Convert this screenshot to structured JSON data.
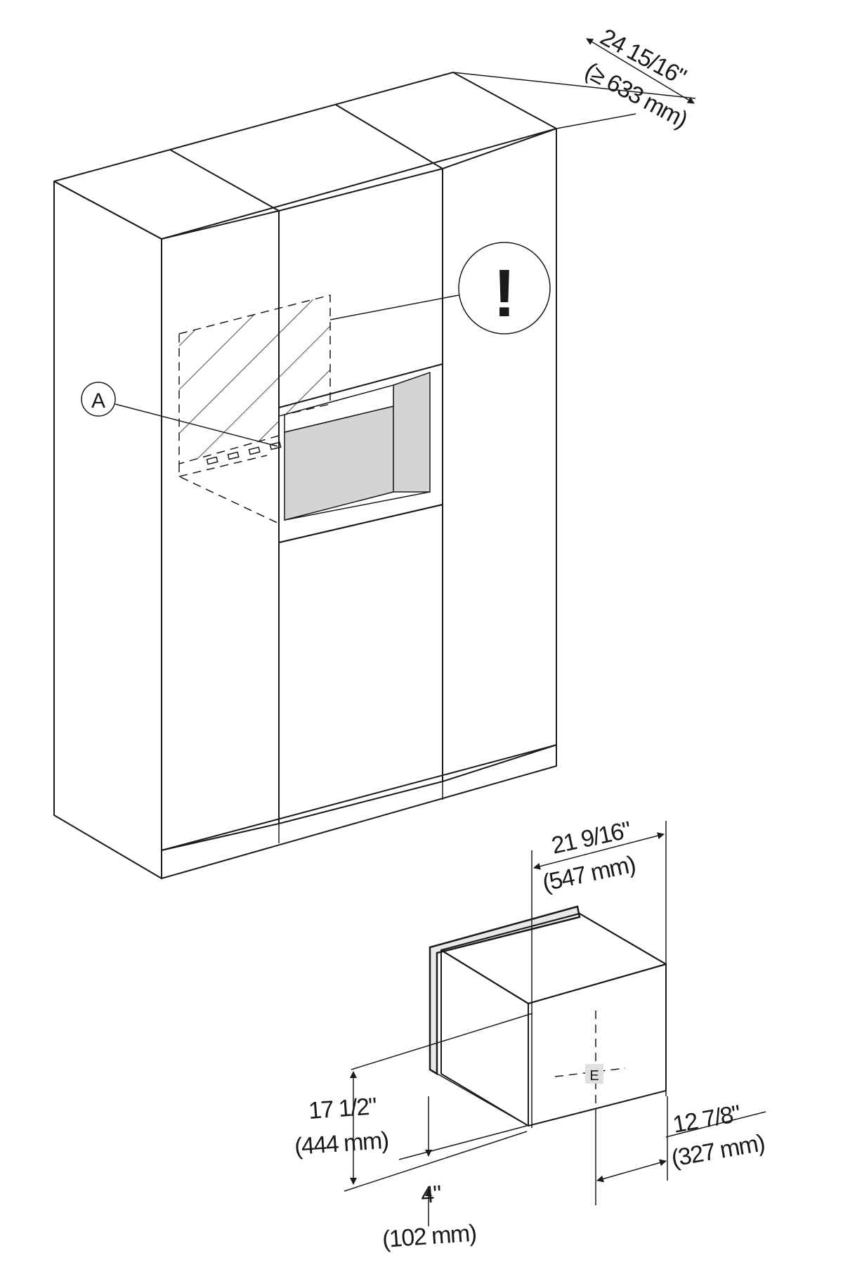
{
  "diagram": {
    "callout_a_label": "A",
    "warning_label": "!",
    "appliance_label": "E",
    "niche_width": {
      "inch": "24 15/16\"",
      "mm": "(≥ 633 mm)"
    },
    "appliance_width": {
      "inch": "21 9/16\"",
      "mm": "(547 mm)"
    },
    "appliance_height": {
      "inch": "17 1/2\"",
      "mm": "(444 mm)"
    },
    "bottom_offset": {
      "inch": "4\"",
      "mm": "(102 mm)"
    },
    "appliance_depth": {
      "inch": "12 7/8\"",
      "mm": "(327 mm)"
    }
  }
}
